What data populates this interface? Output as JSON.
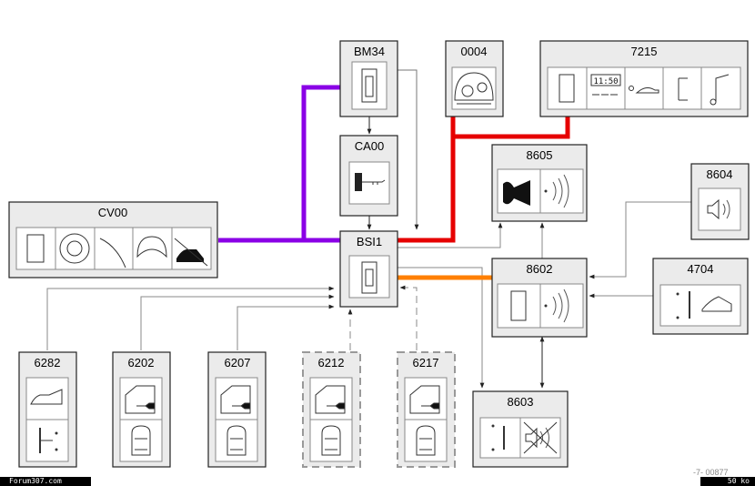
{
  "components": {
    "bm34": "BM34",
    "c0004": "0004",
    "c7215": "7215",
    "ca00": "CA00",
    "c8605": "8605",
    "c8604": "8604",
    "cv00": "CV00",
    "bsi1": "BSI1",
    "c8602": "8602",
    "c4704": "4704",
    "c6282": "6282",
    "c6202": "6202",
    "c6207": "6207",
    "c6212": "6212",
    "c6217": "6217",
    "c8603": "8603"
  },
  "clock_display": "11:50",
  "footer": {
    "site": "Forum307.com",
    "size": "50 ko"
  },
  "ref_code": "-7- 00877",
  "colors": {
    "purple_bus": "#8a00e6",
    "red_bus": "#e60000",
    "orange_bus": "#ff7f00",
    "box_fill": "#ebebeb",
    "line": "#888888"
  }
}
